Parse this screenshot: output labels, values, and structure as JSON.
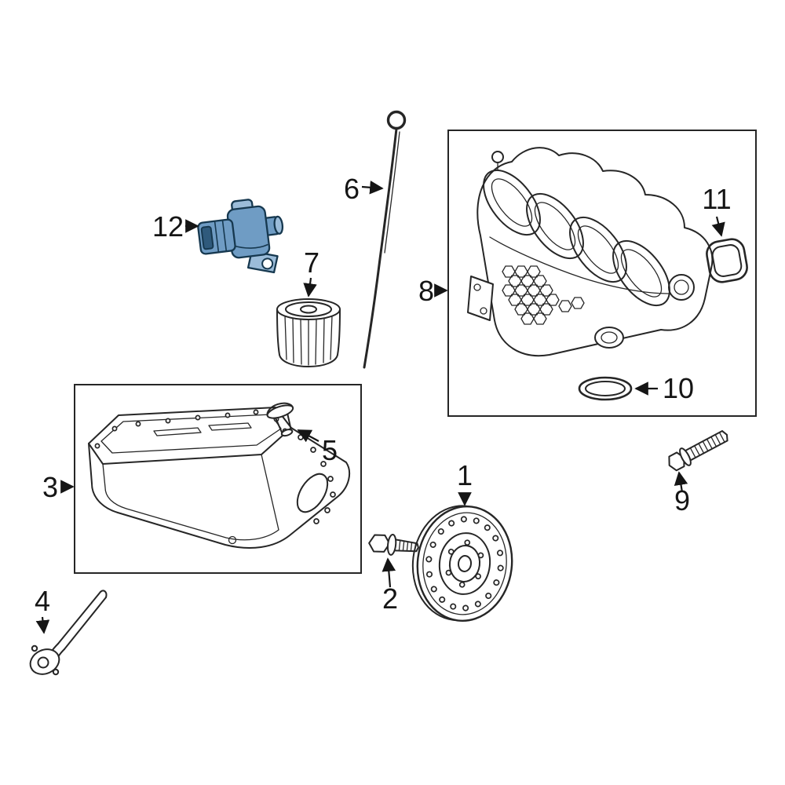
{
  "diagram": {
    "colors": {
      "line": "#262626",
      "number": "#151515",
      "highlight_light": "#9bbcd9",
      "highlight_mid": "#6f9cc4",
      "highlight_dark": "#2f5a7c",
      "highlight_stroke": "#16384f"
    },
    "callouts": [
      {
        "number": "1"
      },
      {
        "number": "2"
      },
      {
        "number": "3"
      },
      {
        "number": "4"
      },
      {
        "number": "5"
      },
      {
        "number": "6"
      },
      {
        "number": "7"
      },
      {
        "number": "8"
      },
      {
        "number": "9"
      },
      {
        "number": "10"
      },
      {
        "number": "11"
      },
      {
        "number": "12"
      }
    ]
  }
}
